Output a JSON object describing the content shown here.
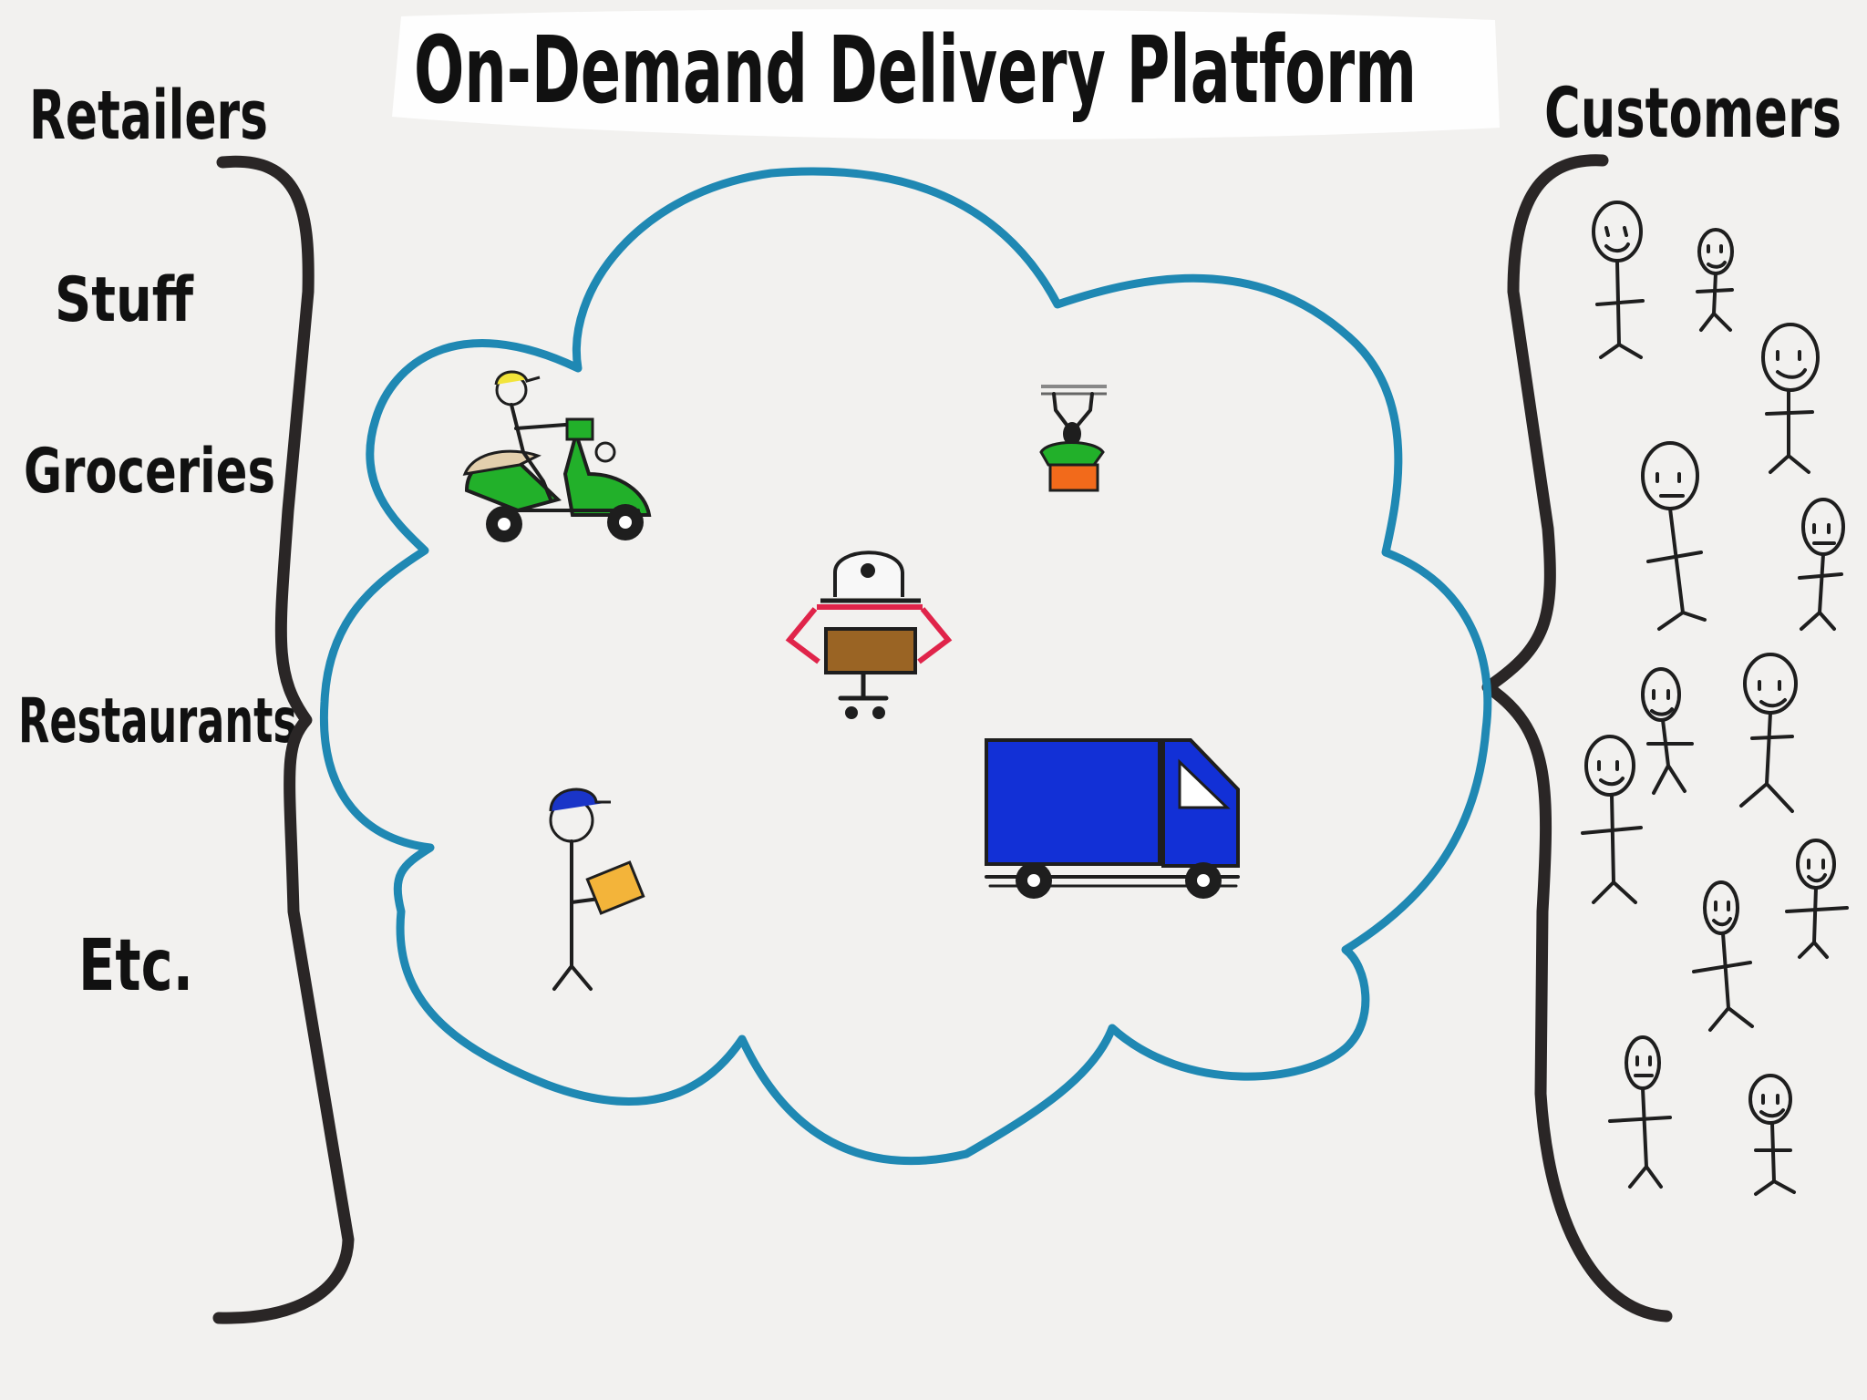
{
  "title": "On-Demand Delivery Platform",
  "left_group": {
    "heading": "Retailers",
    "items": [
      "Stuff",
      "Groceries",
      "Restaurants",
      "Etc."
    ]
  },
  "right_group": {
    "heading": "Customers"
  },
  "colors": {
    "cloud": "#1f88b3",
    "bracket": "#2a2626",
    "scooter": "#22b02a",
    "truck": "#1230d6",
    "drone_package": "#f26a1b",
    "robot_box": "#9a6424",
    "robot_arms": "#e0244a",
    "courier_cap": "#1a35c8",
    "courier_parcel": "#f3b43a",
    "scooter_helmet": "#f2e43a"
  },
  "icons": [
    "scooter-courier-icon",
    "drone-icon",
    "delivery-robot-icon",
    "walking-courier-icon",
    "delivery-truck-icon",
    "customer-stick-figure-icon"
  ]
}
